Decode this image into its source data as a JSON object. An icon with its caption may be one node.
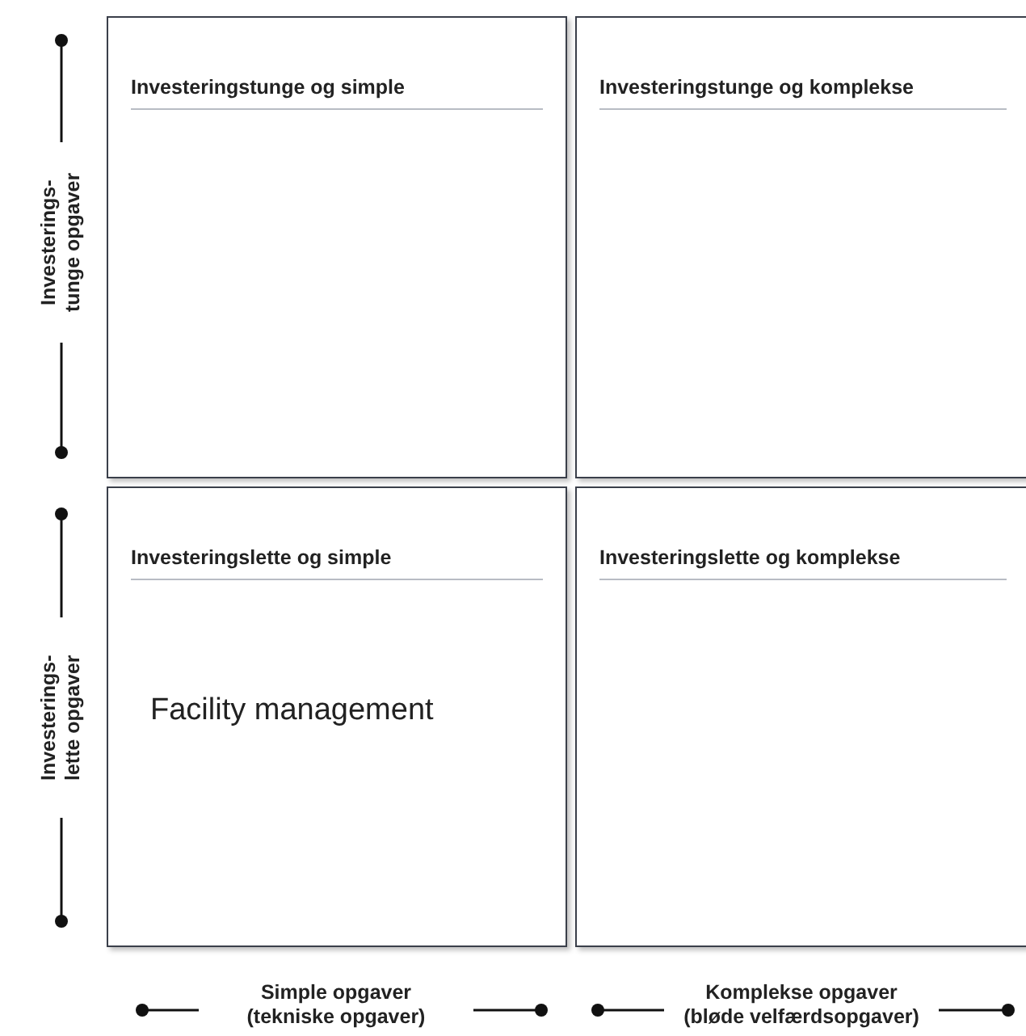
{
  "diagram": {
    "nodes": [
      {
        "text": [
          "Investeringstunge og simple"
        ]
      },
      {
        "text": [
          "Investeringstunge og komplekse"
        ]
      },
      {
        "text": [
          "Investeringslette og simple",
          "Facility management"
        ]
      },
      {
        "text": [
          "Investeringslette og komplekse"
        ]
      }
    ],
    "labels": [
      "Investerings- tunge opgaver",
      "Investerings- lette opgaver",
      "Simple opgaver (tekniske opgaver)",
      "Komplekse opgaver (bløde velfærdsopgaver)"
    ]
  }
}
